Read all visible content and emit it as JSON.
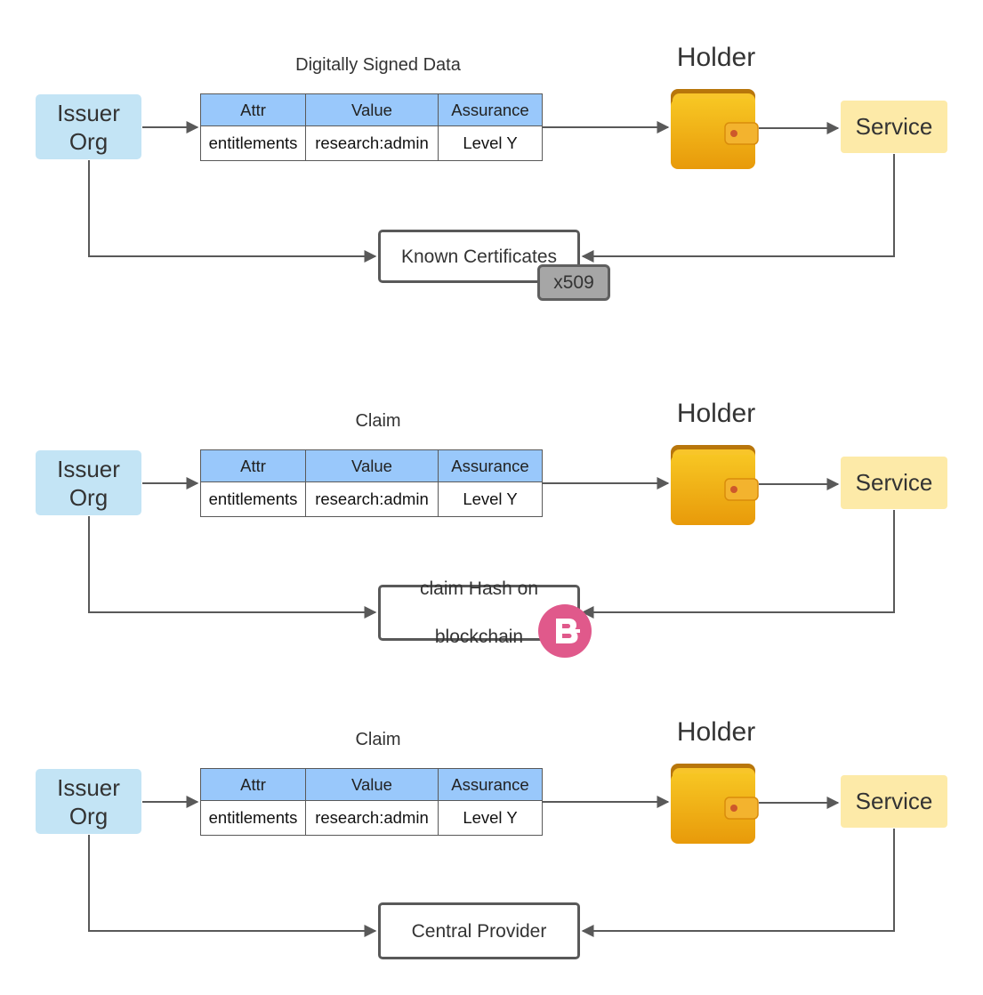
{
  "colors": {
    "issuer_fill": "#c3e4f5",
    "table_header_fill": "#99c8fb",
    "service_fill": "#fdeaa8",
    "wallet": "#f2b10c",
    "connector": "#595959",
    "x509_badge_fill": "#a6a6a6",
    "blockchain_badge": "#e0598b"
  },
  "icons": {
    "holder": "wallet-icon",
    "blockchain": "blockchain-b-icon"
  },
  "panels": [
    {
      "caption": "Digitally Signed Data",
      "holder_title": "Holder",
      "issuer": {
        "line1": "Issuer",
        "line2": "Org"
      },
      "table": {
        "headers": [
          "Attr",
          "Value",
          "Assurance"
        ],
        "row": [
          "entitlements",
          "research:admin",
          "Level Y"
        ]
      },
      "service": "Service",
      "verifier": {
        "line1": "Known Certificates",
        "line2": ""
      },
      "badge": "x509"
    },
    {
      "caption": "Claim",
      "holder_title": "Holder",
      "issuer": {
        "line1": "Issuer",
        "line2": "Org"
      },
      "table": {
        "headers": [
          "Attr",
          "Value",
          "Assurance"
        ],
        "row": [
          "entitlements",
          "research:admin",
          "Level Y"
        ]
      },
      "service": "Service",
      "verifier": {
        "line1": "claim Hash on",
        "line2": "blockchain"
      }
    },
    {
      "caption": "Claim",
      "holder_title": "Holder",
      "issuer": {
        "line1": "Issuer",
        "line2": "Org"
      },
      "table": {
        "headers": [
          "Attr",
          "Value",
          "Assurance"
        ],
        "row": [
          "entitlements",
          "research:admin",
          "Level Y"
        ]
      },
      "service": "Service",
      "verifier": {
        "line1": "Central Provider",
        "line2": ""
      }
    }
  ]
}
